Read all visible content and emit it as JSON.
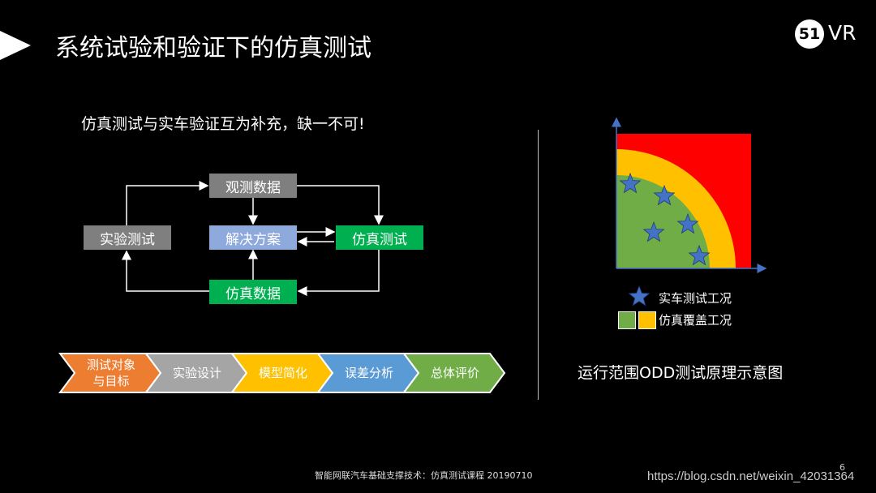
{
  "title": "系统试验和验证下的仿真测试",
  "logo": {
    "mark": "51",
    "text": "VR"
  },
  "subtitle": "仿真测试与实车验证互为补充，缺一不可!",
  "flow": {
    "observe": "观测数据",
    "experiment": "实验测试",
    "solution": "解决方案",
    "simtest": "仿真测试",
    "simdata": "仿真数据"
  },
  "process": [
    {
      "label": "测试对象\n与目标",
      "color": "#ED7D31"
    },
    {
      "label": "实验设计",
      "color": "#A5A5A5"
    },
    {
      "label": "模型简化",
      "color": "#FFC000"
    },
    {
      "label": "误差分析",
      "color": "#5B9BD5"
    },
    {
      "label": "总体评价",
      "color": "#70AD47"
    }
  ],
  "odd": {
    "colors": {
      "red": "#FF0000",
      "yellow": "#FFC000",
      "green": "#70AD47",
      "star": "#4472C4",
      "axis": "#4472C4"
    },
    "legend_star": "实车测试工况",
    "legend_boxes": "仿真覆盖工况",
    "caption": "运行范围ODD测试原理示意图"
  },
  "footer": "智能网联汽车基础支撑技术：仿真测试课程 20190710",
  "page_number": "6",
  "watermark": "https://blog.csdn.net/weixin_42031364"
}
